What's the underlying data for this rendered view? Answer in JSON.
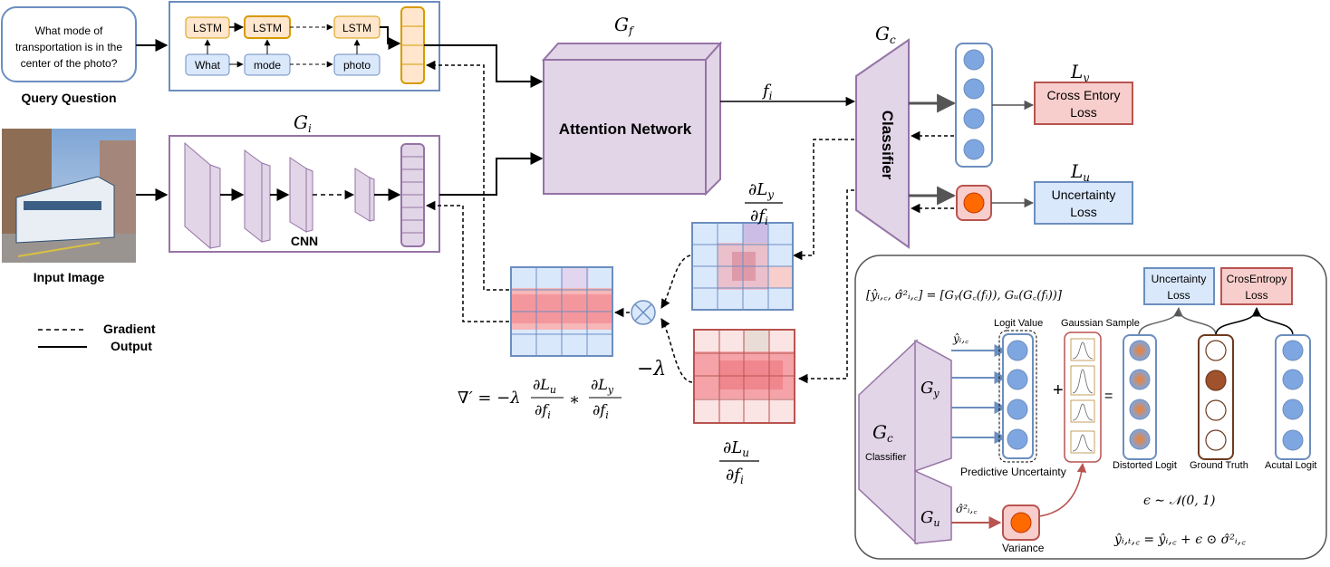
{
  "query": {
    "question_line1": "What mode of",
    "question_line2": "transportation is in the",
    "question_line3": "center of the photo?",
    "caption": "Query Question",
    "lstm": "LSTM",
    "words": [
      "What",
      "mode",
      "photo"
    ]
  },
  "image": {
    "caption": "Input Image"
  },
  "cnn": {
    "symbol": "G",
    "sub": "i",
    "label": "CNN"
  },
  "attention": {
    "symbol": "G",
    "sub": "f",
    "label": "Attention Network",
    "feature": "f",
    "feature_sub": "i"
  },
  "classifier": {
    "symbol": "G",
    "sub": "c",
    "label": "Classifier"
  },
  "losses": {
    "ly_symbol": "L",
    "ly_sub": "y",
    "cross_line1": "Cross Entory",
    "cross_line2": "Loss",
    "lu_symbol": "L",
    "lu_sub": "u",
    "unc_line1": "Uncertainty",
    "unc_line2": "Loss"
  },
  "legend": {
    "gradient": "Gradient",
    "output": "Output"
  },
  "math": {
    "dLy_num": "∂L",
    "dLy_num_sub": "y",
    "dLy_den": "∂f",
    "dLy_den_sub": "i",
    "dLu_num": "∂L",
    "dLu_num_sub": "u",
    "dLu_den": "∂f",
    "dLu_den_sub": "i",
    "neg_lambda": "−λ",
    "nabla_prefix": "∇′ = −λ",
    "times": "∗"
  },
  "inset": {
    "equation": "[ŷᵢ,꜀, σ̂²ᵢ,꜀] = [Gᵧ(G꜀(fᵢ)), Gᵤ(G꜀(fᵢ))]",
    "unc_box_line1": "Uncertainty",
    "unc_box_line2": "Loss",
    "ce_box_line1": "CrosEntropy",
    "ce_box_line2": "Loss",
    "logit_label": "Logit Value",
    "gauss_label": "Gaussian Sample",
    "yhat_label": "ŷᵢ,꜀",
    "gy_symbol": "G",
    "gy_sub": "y",
    "gc_symbol": "G",
    "gc_sub": "c",
    "classifier_label": "Classifier",
    "gu_symbol": "G",
    "gu_sub": "u",
    "sigma_label": "σ̂²ᵢ,꜀",
    "plus": "+",
    "equals": "=",
    "predictive_uncertainty": "Predictive Uncertainty",
    "distorted_logit": "Distorted Logit",
    "ground_truth": "Ground Truth",
    "actual_logit": "Acutal Logit",
    "variance": "Variance",
    "epsilon_eq": "ϵ ∼ 𝒩(0, 1)",
    "sample_eq": "ŷᵢ,ₜ,꜀ = ŷᵢ,꜀ + ϵ ⊙ σ̂²ᵢ,꜀"
  },
  "colors": {
    "purple_fill": "#e1d5e7",
    "purple_stroke": "#9673a6",
    "blue_fill": "#dae8fc",
    "blue_stroke": "#6c8ebf",
    "orange_fill": "#ffe6cc",
    "orange_stroke": "#d79b00",
    "red_fill": "#f8cecc",
    "red_stroke": "#b85450",
    "node_blue": "#7ea6e0",
    "node_orange": "#ff6a00"
  }
}
